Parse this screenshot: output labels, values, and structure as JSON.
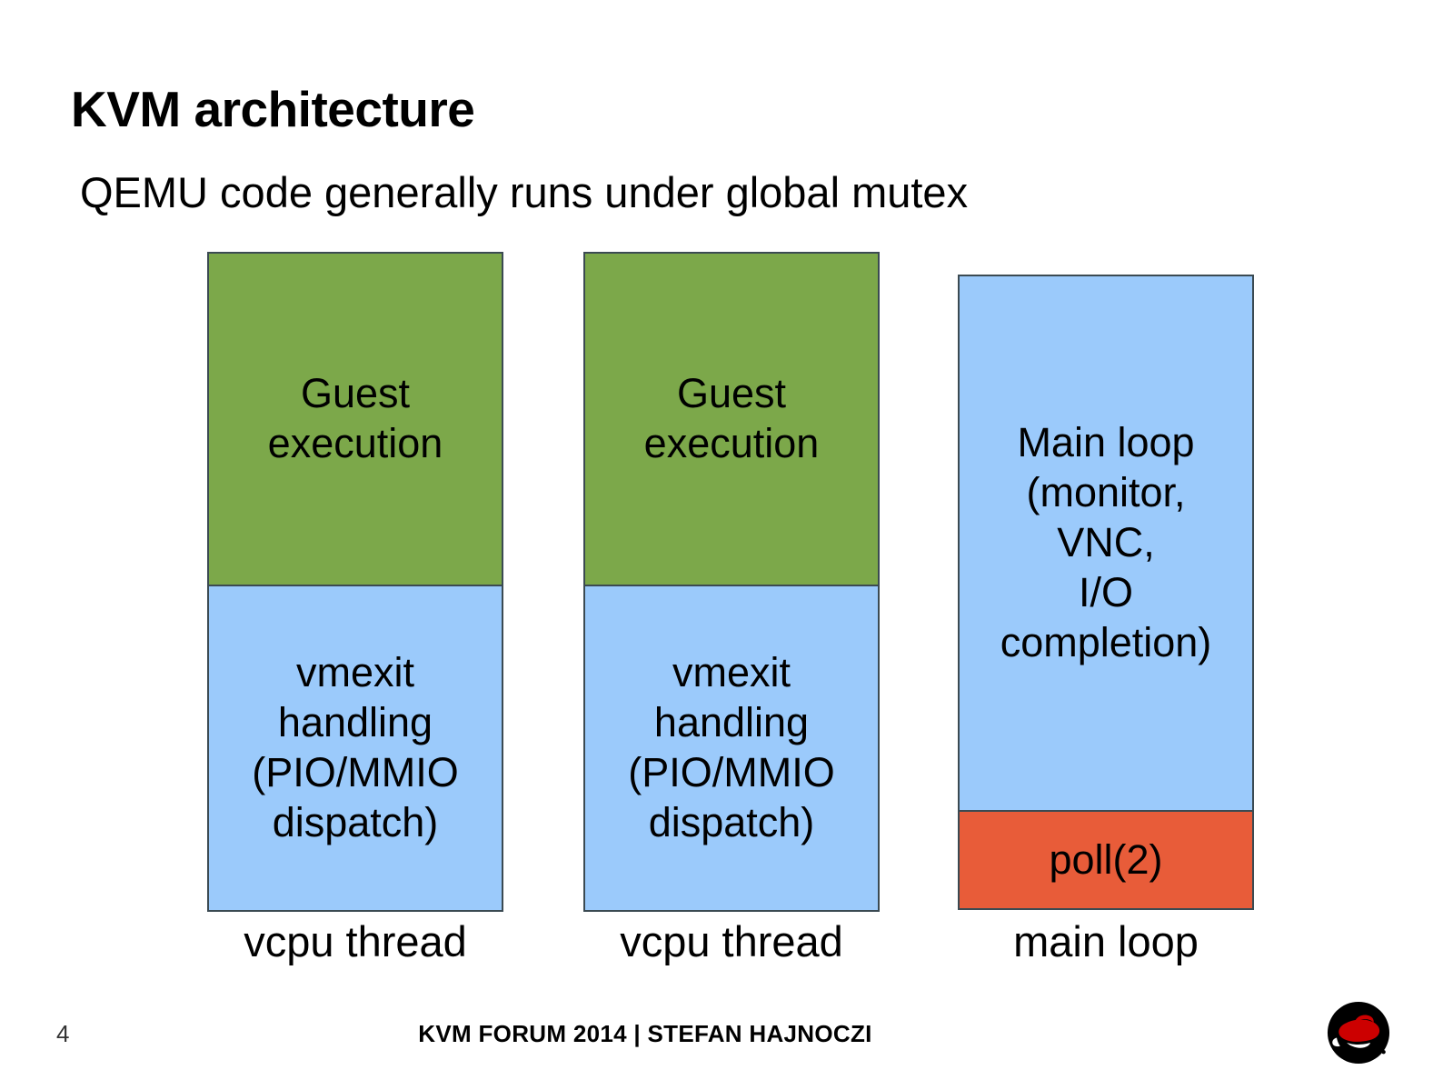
{
  "slide": {
    "title": "KVM architecture",
    "subtitle": "QEMU code generally runs under global mutex",
    "page_number": "4",
    "footer": "KVM FORUM 2014 | STEFAN HAJNOCZI",
    "logo_name": "red-hat-shadowman-logo"
  },
  "colors": {
    "green": "#7CA84A",
    "blue": "#9BCAFB",
    "orange": "#E85C39",
    "border": "#3b4a52",
    "background": "#FFFFFF",
    "text": "#000000"
  },
  "diagram": {
    "type": "stacked-column-blocks",
    "columns": [
      {
        "id": "vcpu-thread-1",
        "label": "vcpu thread",
        "segments": [
          {
            "id": "guest-execution",
            "text": "Guest\nexecution",
            "color": "#7CA84A"
          },
          {
            "id": "vmexit-handling",
            "text": "vmexit\nhandling\n(PIO/MMIO\ndispatch)",
            "color": "#9BCAFB"
          }
        ]
      },
      {
        "id": "vcpu-thread-2",
        "label": "vcpu thread",
        "segments": [
          {
            "id": "guest-execution",
            "text": "Guest\nexecution",
            "color": "#7CA84A"
          },
          {
            "id": "vmexit-handling",
            "text": "vmexit\nhandling\n(PIO/MMIO\ndispatch)",
            "color": "#9BCAFB"
          }
        ]
      },
      {
        "id": "main-loop",
        "label": "main loop",
        "segments": [
          {
            "id": "main-loop-body",
            "text": "Main loop\n(monitor,\nVNC,\nI/O\ncompletion)",
            "color": "#9BCAFB"
          },
          {
            "id": "poll-syscall",
            "text": "poll(2)",
            "color": "#E85C39"
          }
        ]
      }
    ]
  }
}
